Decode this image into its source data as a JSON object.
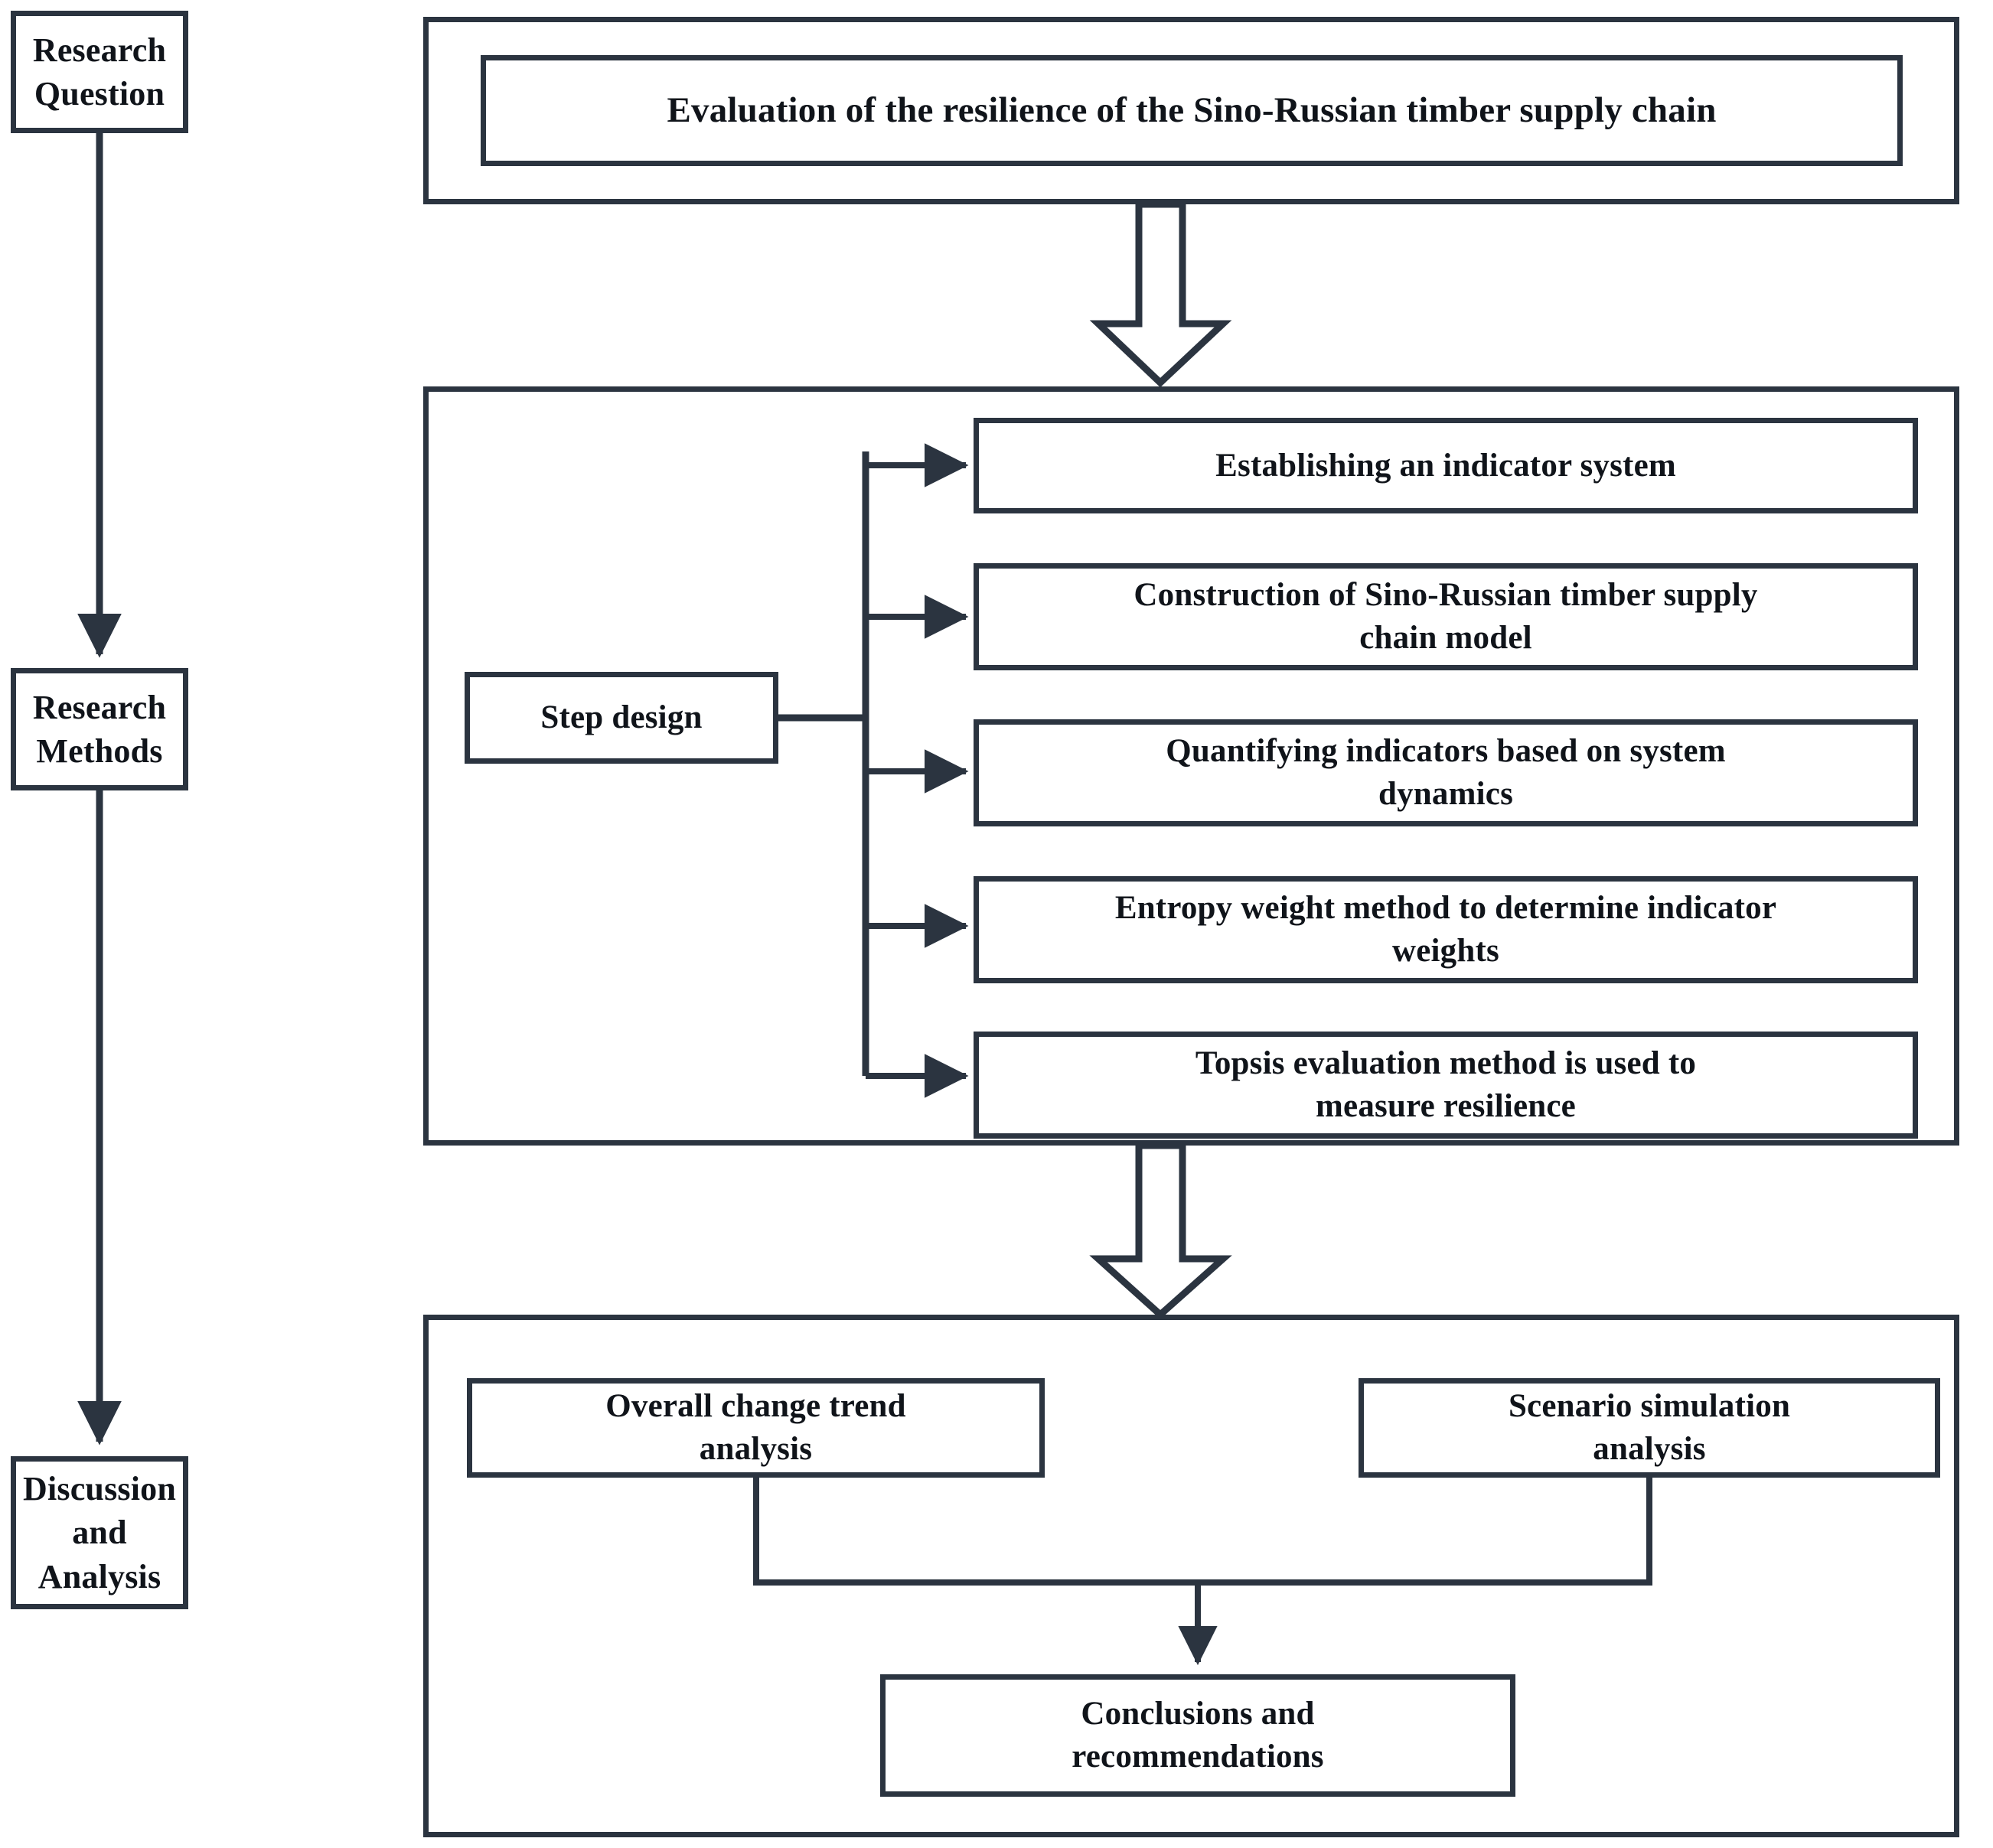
{
  "diagram": {
    "title_text": "Evaluation of the resilience of the Sino-Russian timber supply chain",
    "stroke_color": "#2b3440",
    "text_color": "#10141a",
    "background": "#ffffff"
  },
  "left_column": {
    "stages": [
      {
        "id": "research-question",
        "label": "Research\nQuestion"
      },
      {
        "id": "research-methods",
        "label": "Research\nMethods"
      },
      {
        "id": "discussion-analysis",
        "label": "Discussion\nand\nAnalysis"
      }
    ]
  },
  "top_section": {
    "title": "Evaluation of the resilience of the Sino-Russian timber supply chain"
  },
  "methods_section": {
    "source_label": "Step design",
    "steps": [
      {
        "index": 1,
        "label": "Establishing an indicator system"
      },
      {
        "index": 2,
        "label": "Construction of Sino-Russian timber supply\nchain model"
      },
      {
        "index": 3,
        "label": "Quantifying indicators based on system\ndynamics"
      },
      {
        "index": 4,
        "label": "Entropy weight method to determine indicator\nweights"
      },
      {
        "index": 5,
        "label": "Topsis evaluation method is used to\nmeasure resilience"
      }
    ]
  },
  "discussion_section": {
    "analyses": [
      {
        "id": "overall-change-trend",
        "label": "Overall change trend\nanalysis"
      },
      {
        "id": "scenario-simulation",
        "label": "Scenario simulation\nanalysis"
      }
    ],
    "outcome": {
      "id": "conclusions",
      "label": "Conclusions and\nrecommendations"
    }
  },
  "connectors": {
    "arrow_style_block": "hollow-block-arrow-down",
    "arrow_style_line": "solid-triangle-arrow"
  }
}
